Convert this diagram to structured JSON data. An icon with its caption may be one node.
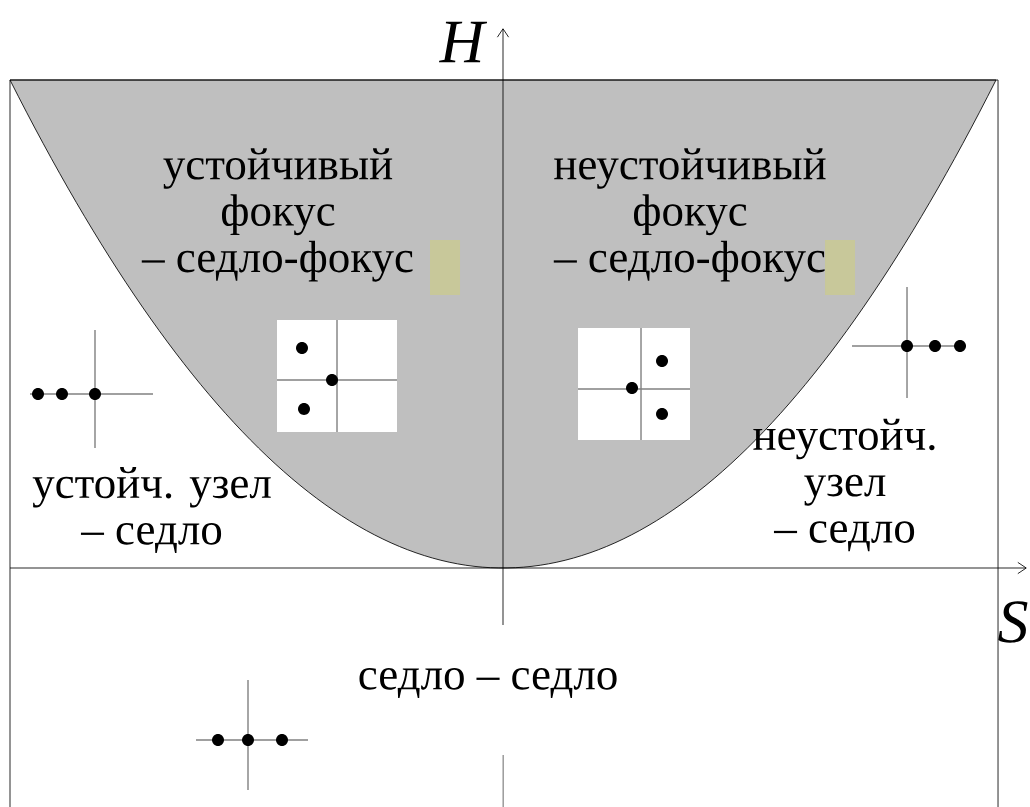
{
  "diagram": {
    "labels": [
      "H",
      "устойчивый фокус – седло-фокус",
      "неустойчивый фокус – седло-фокус",
      "устойч. узел – седло",
      "неустойч. узел – седло",
      "S",
      "седло – седло"
    ]
  }
}
